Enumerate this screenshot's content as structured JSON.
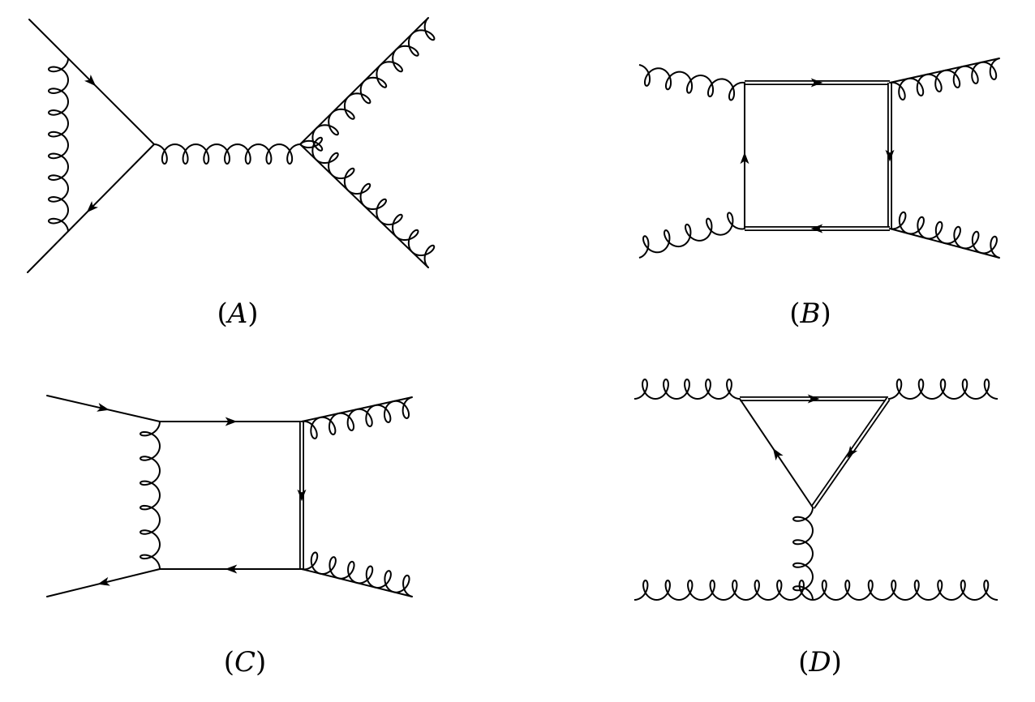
{
  "diagrams": [
    {
      "id": "A",
      "caption_letter": "A"
    },
    {
      "id": "B",
      "caption_letter": "B"
    },
    {
      "id": "C",
      "caption_letter": "C"
    },
    {
      "id": "D",
      "caption_letter": "D"
    }
  ],
  "colors": {
    "ink": "#000000",
    "background": "#ffffff"
  }
}
